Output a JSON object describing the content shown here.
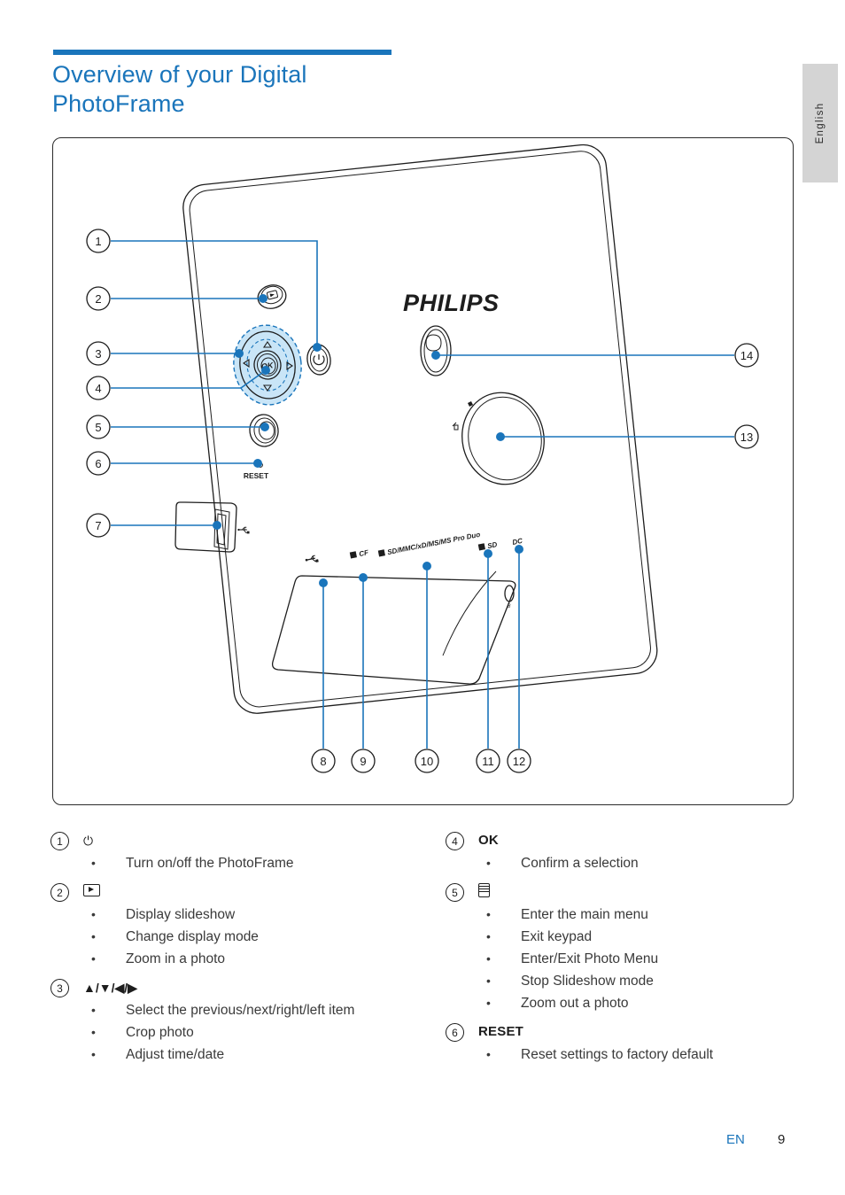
{
  "header": {
    "title": "Overview of your Digital PhotoFrame",
    "rule_color": "#1a75bb"
  },
  "side_tab": {
    "label": "English"
  },
  "figure": {
    "brand": "PHILIPS",
    "reset_label": "RESET",
    "ok_label": "OK",
    "port_labels": [
      {
        "id": "usb-port-label",
        "text": ""
      },
      {
        "id": "cf-port-label",
        "text": "CF"
      },
      {
        "id": "multi-port-label",
        "text": "SD/MMC/xD/MS/MS Pro Duo"
      },
      {
        "id": "sd-port-label",
        "text": "SD"
      },
      {
        "id": "dc-port-label",
        "text": "DC"
      }
    ],
    "callouts_left": [
      "1",
      "2",
      "3",
      "4",
      "5",
      "6",
      "7"
    ],
    "callouts_bottom": [
      "8",
      "9",
      "10",
      "11",
      "12"
    ],
    "callouts_right": [
      "13",
      "14"
    ],
    "nav_arrows": {
      "up": "△",
      "down": "▽",
      "left": "◁",
      "right": "▷"
    },
    "highlight_color": "#c9e5f7",
    "leader_color": "#1a75bb"
  },
  "legend": {
    "left": [
      {
        "number": "1",
        "label": "⏻",
        "label_kind": "power-icon",
        "items": [
          "Turn on/off the PhotoFrame"
        ]
      },
      {
        "number": "2",
        "label": "",
        "label_kind": "slideshow-icon",
        "items": [
          "Display slideshow",
          "Change display mode",
          "Zoom in a photo"
        ]
      },
      {
        "number": "3",
        "label": "▲/▼/◀/▶",
        "label_kind": "arrows",
        "items": [
          "Select the previous/next/right/left item",
          "Crop photo",
          "Adjust time/date"
        ]
      }
    ],
    "right": [
      {
        "number": "4",
        "label": "OK",
        "label_kind": "text",
        "items": [
          "Confirm a selection"
        ]
      },
      {
        "number": "5",
        "label": "",
        "label_kind": "menu-icon",
        "items": [
          "Enter the main menu",
          "Exit keypad",
          "Enter/Exit Photo Menu",
          "Stop Slideshow mode",
          "Zoom out a photo"
        ]
      },
      {
        "number": "6",
        "label": "RESET",
        "label_kind": "text",
        "items": [
          "Reset settings to factory default"
        ]
      }
    ]
  },
  "footer": {
    "language_code": "EN",
    "page_number": "9"
  }
}
